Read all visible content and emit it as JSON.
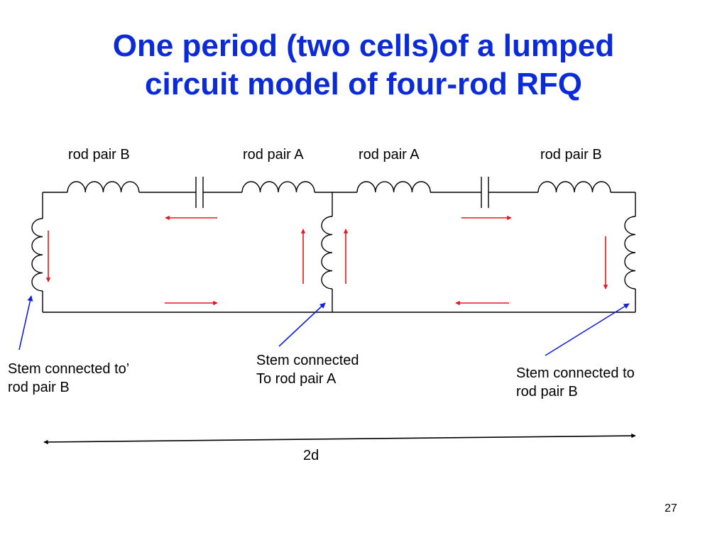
{
  "title": {
    "line1": "One period (two cells)of a lumped",
    "line2": "circuit model of four-rod RFQ"
  },
  "rod_labels": [
    "rod pair B",
    "rod pair A",
    "rod pair A",
    "rod pair B"
  ],
  "stem_notes": {
    "left": [
      "Stem connected to’",
      "rod pair B"
    ],
    "middle": [
      "Stem connected",
      "To rod pair A"
    ],
    "right": [
      "Stem connected to",
      "rod pair B"
    ]
  },
  "dimension_label": "2d",
  "page_number": "27",
  "colors": {
    "title": "#0b2bd8",
    "circuit": "#000000",
    "current_arrow": "#e8141b",
    "pointer": "#1020d8"
  }
}
